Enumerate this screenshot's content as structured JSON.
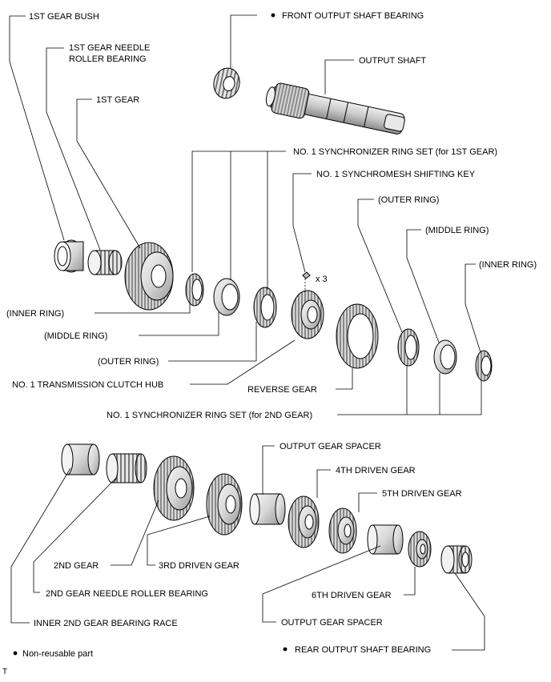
{
  "labels": {
    "first_gear_bush": "1ST GEAR BUSH",
    "first_gear_needle_1": "1ST GEAR NEEDLE",
    "first_gear_needle_2": "ROLLER BEARING",
    "first_gear": "1ST GEAR",
    "front_output_bearing": "FRONT OUTPUT SHAFT BEARING",
    "output_shaft": "OUTPUT SHAFT",
    "sync_set_1st": "NO. 1 SYNCHRONIZER RING SET (for 1ST GEAR)",
    "shifting_key": "NO. 1 SYNCHROMESH SHIFTING KEY",
    "outer_ring_right": "(OUTER RING)",
    "middle_ring_right": "(MIDDLE RING)",
    "inner_ring_right": "(INNER RING)",
    "qty_x3": "x 3",
    "inner_ring_left": "(INNER RING)",
    "middle_ring_left": "(MIDDLE RING)",
    "outer_ring_left": "(OUTER RING)",
    "clutch_hub": "NO. 1 TRANSMISSION CLUTCH HUB",
    "reverse_gear": "REVERSE GEAR",
    "sync_set_2nd": "NO. 1 SYNCHRONIZER RING SET (for 2ND GEAR)",
    "output_gear_spacer_top": "OUTPUT GEAR SPACER",
    "fourth_driven_gear": "4TH DRIVEN GEAR",
    "fifth_driven_gear": "5TH DRIVEN GEAR",
    "second_gear": "2ND GEAR",
    "third_driven_gear": "3RD DRIVEN GEAR",
    "sixth_driven_gear": "6TH DRIVEN GEAR",
    "second_gear_needle": "2ND GEAR NEEDLE ROLLER BEARING",
    "output_gear_spacer_bottom": "OUTPUT GEAR SPACER",
    "inner_2nd_race": "INNER 2ND GEAR BEARING RACE",
    "rear_output_bearing": "REAR OUTPUT SHAFT BEARING"
  },
  "legend": {
    "non_reusable": "Non-reusable part",
    "corner_mark": "T"
  }
}
